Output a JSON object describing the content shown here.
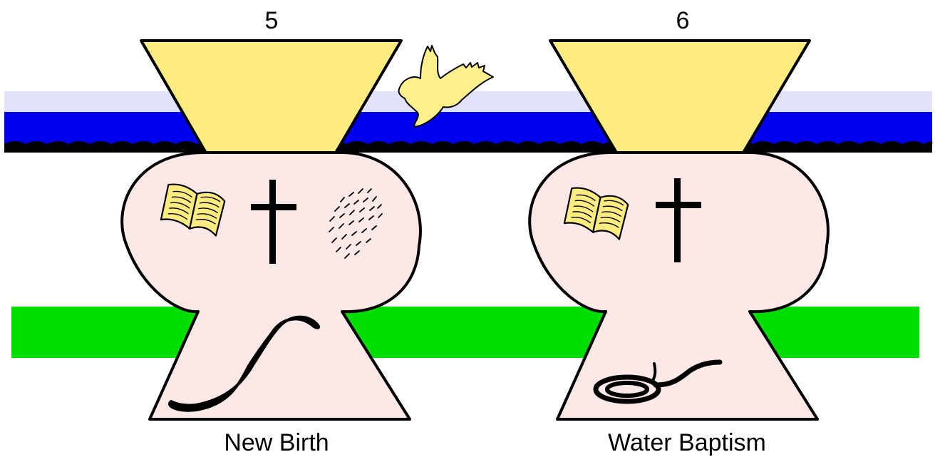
{
  "diagram": {
    "colors": {
      "sky": "#e2e2fb",
      "water": "#0000ee",
      "ground": "#000000",
      "grass": "#00dd00",
      "funnel": "#ffec80",
      "body": "#fde8e8",
      "outline": "#000000",
      "dove": "#fff08c",
      "book": "#ffec80"
    },
    "panels": [
      {
        "number": "5",
        "caption": "New Birth",
        "icons": [
          "open-book-icon",
          "cross-icon",
          "scattered-marks-icon",
          "snake-icon"
        ]
      },
      {
        "number": "6",
        "caption": "Water Baptism",
        "icons": [
          "open-book-icon",
          "cross-icon",
          "coiled-snake-icon"
        ]
      }
    ],
    "between_icons": [
      "dove-icon"
    ]
  }
}
